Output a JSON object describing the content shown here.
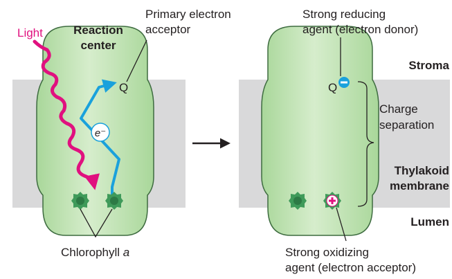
{
  "labels": {
    "light": "Light",
    "reaction_center_line1": "Reaction",
    "reaction_center_line2": "center",
    "primary_acceptor_line1": "Primary electron",
    "primary_acceptor_line2": "acceptor",
    "q_left": "Q",
    "electron": "e⁻",
    "chlorophyll_prefix": "Chlorophyll ",
    "chlorophyll_suffix": "a",
    "strong_reducing_line1": "Strong reducing",
    "strong_reducing_line2": "agent (electron donor)",
    "q_right": "Q",
    "stroma": "Stroma",
    "charge_sep_line1": "Charge",
    "charge_sep_line2": "separation",
    "thylakoid_line1": "Thylakoid",
    "thylakoid_line2": "membrane",
    "lumen": "Lumen",
    "strong_oxidizing_line1": "Strong oxidizing",
    "strong_oxidizing_line2": "agent (electron acceptor)"
  },
  "colors": {
    "membrane": "#d9d9da",
    "reaction_center_fill": "#c5e3b7",
    "reaction_center_stroke": "#3d6b3f",
    "light": "#e0117f",
    "electron_path": "#1aa1dc",
    "chlorophyll": "#3f9a5a",
    "text": "#231f20"
  },
  "icons": {
    "negative_charge": "minus-circle-icon",
    "positive_charge": "plus-circle-icon",
    "chlorophyll": "chlorophyll-molecule-icon"
  }
}
